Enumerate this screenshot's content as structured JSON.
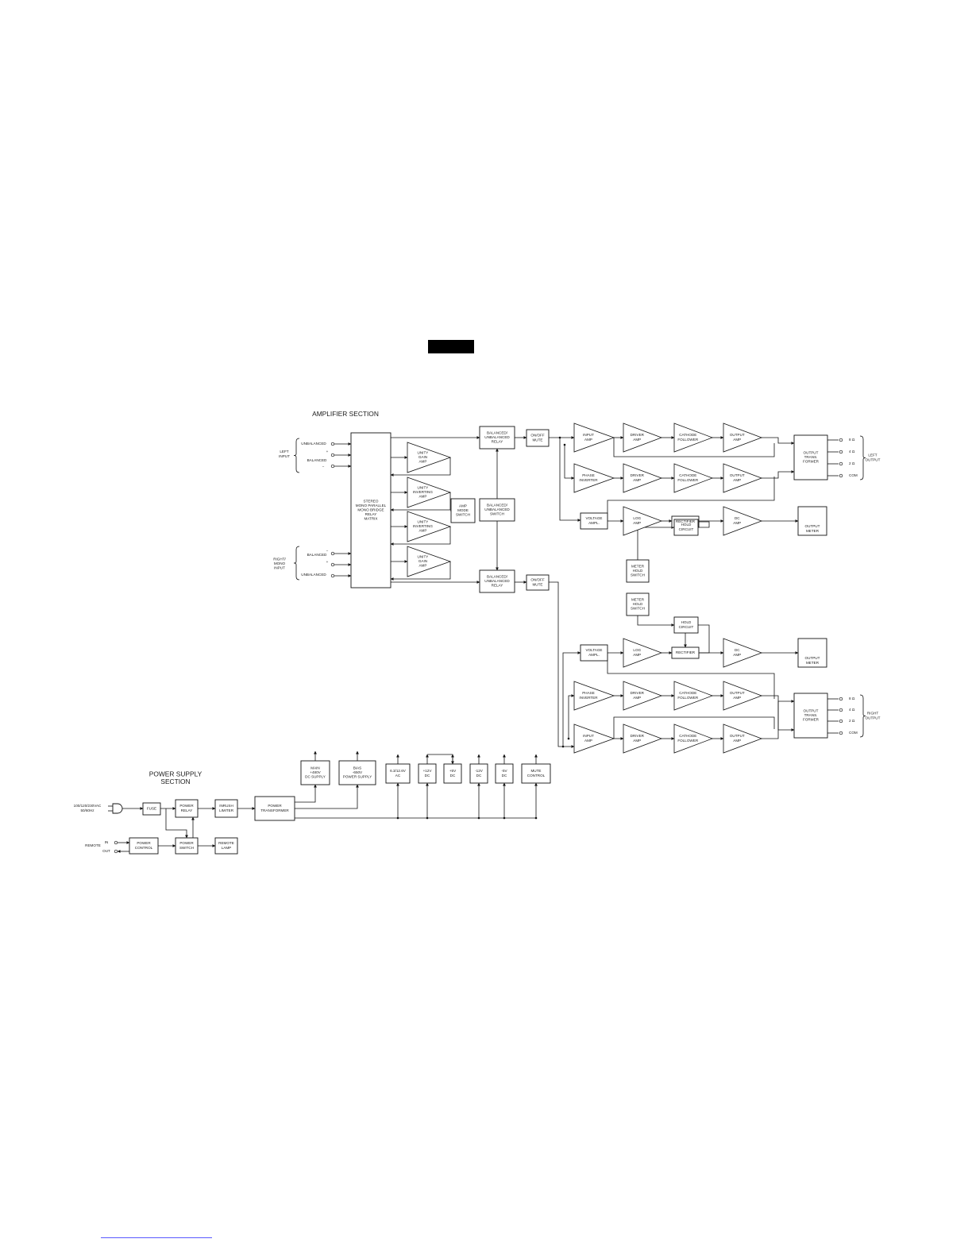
{
  "sections": {
    "amplifier": "AMPLIFIER SECTION",
    "power": [
      "POWER SUPPLY",
      "SECTION"
    ]
  },
  "inputs": {
    "left": {
      "label": [
        "LEFT",
        "INPUT"
      ],
      "unbalanced": "UNBALANCED",
      "balanced": "BALANCED"
    },
    "right": {
      "label": [
        "RIGHT/",
        "MONO",
        "INPUT"
      ],
      "unbalanced": "UNBALANCED",
      "balanced": "BALANCED"
    },
    "plus": "+",
    "minus": "−"
  },
  "blocks": {
    "matrix": [
      "STEREO",
      "MONO PARALLEL",
      "MONO BRIDGE",
      "RELAY",
      "MATRIX"
    ],
    "amp_mode_switch": [
      "AMP",
      "MODE",
      "SWITCH"
    ],
    "relay": [
      "BALANCED/",
      "UNBALANCED",
      "RELAY"
    ],
    "bal_switch": [
      "BALANCED/",
      "UNBALANCED",
      "SWITCH"
    ],
    "mute": [
      "ON/OFF",
      "MUTE"
    ],
    "voltage_ampl": [
      "VOLTAGE",
      "AMPL."
    ],
    "rectifier": [
      "RECTIFIER"
    ],
    "hold_circuit": [
      "HOLD",
      "CIRCUIT"
    ],
    "meter_hold": [
      "METER",
      "HOLD",
      "SWITCH"
    ],
    "output_meter": [
      "OUTPUT",
      "METER"
    ],
    "output_transformer": [
      "OUTPUT",
      "TRANS.",
      "FORMER"
    ]
  },
  "amps": {
    "unity_gain": [
      "UNITY",
      "GAIN",
      "AMP"
    ],
    "unity_inverting": [
      "UNITY",
      "INVERTING",
      "AMP"
    ],
    "input_amp": [
      "INPUT",
      "AMP"
    ],
    "driver_amp": [
      "DRIVER",
      "AMP"
    ],
    "cathode_follower": [
      "CATHODE",
      "FOLLOWER"
    ],
    "output_amp": [
      "OUTPUT",
      "AMP"
    ],
    "phase_inverter": [
      "PHASE",
      "INVERTER"
    ],
    "log_amp": [
      "LOG",
      "AMP"
    ],
    "dc_amp": [
      "DC",
      "AMP"
    ]
  },
  "taps": [
    "8 Ω",
    "4 Ω",
    "2 Ω",
    "COM"
  ],
  "outputs": {
    "left": [
      "LEFT",
      "OUTPUT"
    ],
    "right": [
      "RIGHT",
      "OUTPUT"
    ]
  },
  "power": {
    "mains_label": [
      "100/120/230VAC",
      "50/60Hz"
    ],
    "fuse": [
      "FUSE"
    ],
    "power_relay": [
      "POWER",
      "RELAY"
    ],
    "inrush_limiter": [
      "INRUSH",
      "LIMITER"
    ],
    "power_transformer": [
      "POWER",
      "TRANSFORMER"
    ],
    "power_control": [
      "POWER",
      "CONTROL"
    ],
    "power_switch": [
      "POWER",
      "SWITCH"
    ],
    "remote_lamp": [
      "REMOTE",
      "LAMP"
    ],
    "remote": "REMOTE",
    "remote_in": "IN",
    "remote_out": "OUT",
    "rails": [
      [
        "MAIN",
        "+480V",
        "DC SUPPLY"
      ],
      [
        "BIAS",
        "-650V",
        "POWER SUPPLY"
      ],
      [
        "6.3/12.6V",
        "AC"
      ],
      [
        "+12V",
        "DC"
      ],
      [
        "+5V",
        "DC"
      ],
      [
        "-12V",
        "DC"
      ],
      [
        "-5V",
        "DC"
      ],
      [
        "MUTE",
        "CONTROL"
      ]
    ]
  }
}
